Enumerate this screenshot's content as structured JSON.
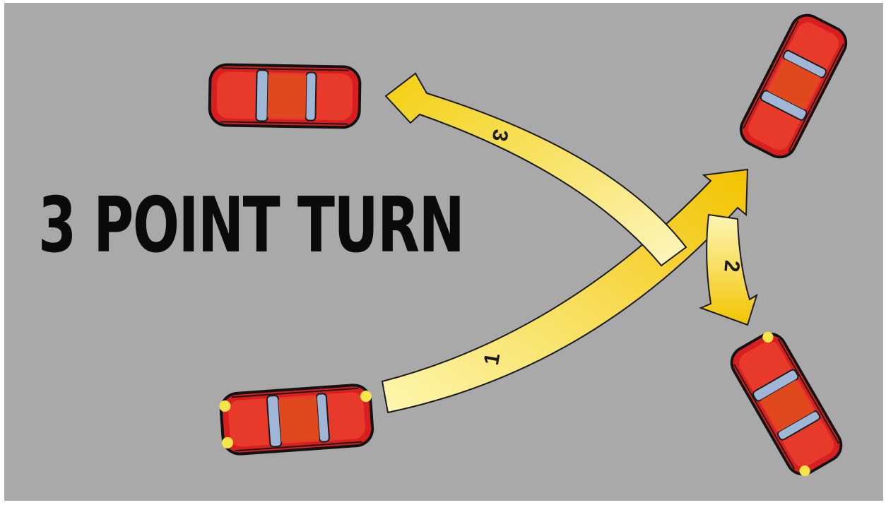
{
  "title": "3 POINT TURN",
  "steps": [
    {
      "number": "1"
    },
    {
      "number": "2"
    },
    {
      "number": "3"
    }
  ],
  "colors": {
    "road": "#a9a9a9",
    "car_body": "#d81e1e",
    "arrow_light": "#fdf6a8",
    "arrow_dark": "#f2c400"
  }
}
